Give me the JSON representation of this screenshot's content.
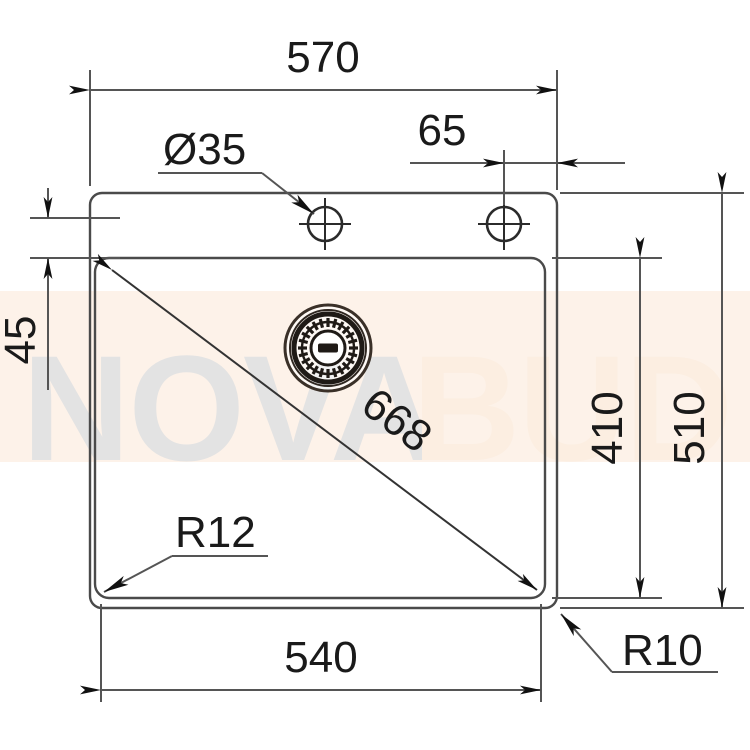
{
  "drawing": {
    "type": "technical-dimension-drawing",
    "subject": "kitchen-sink-top-view",
    "background_color": "#ffffff",
    "line_color": "#4a4a4a",
    "text_color": "#1a1a1a"
  },
  "dimensions": {
    "overall_width": "570",
    "tap_hole_diameter": "Ø35",
    "tap_hole_spacing": "65",
    "flange_top_width": "45",
    "bowl_diagonal": "668",
    "bowl_inner_radius": "R12",
    "outer_corner_radius": "R10",
    "bowl_height": "410",
    "overall_height": "510",
    "bowl_width": "540"
  },
  "watermark": {
    "text_part_1": "NOVA",
    "text_part_2": "BUD",
    "color_part_1": "#e3e3e3",
    "color_part_2": "#fceee1",
    "band_color": "#fdf2e9"
  },
  "features": {
    "drain_label": "drain-strainer",
    "tap_hole_left_label": "tap-hole-left",
    "tap_hole_right_label": "tap-hole-right"
  }
}
